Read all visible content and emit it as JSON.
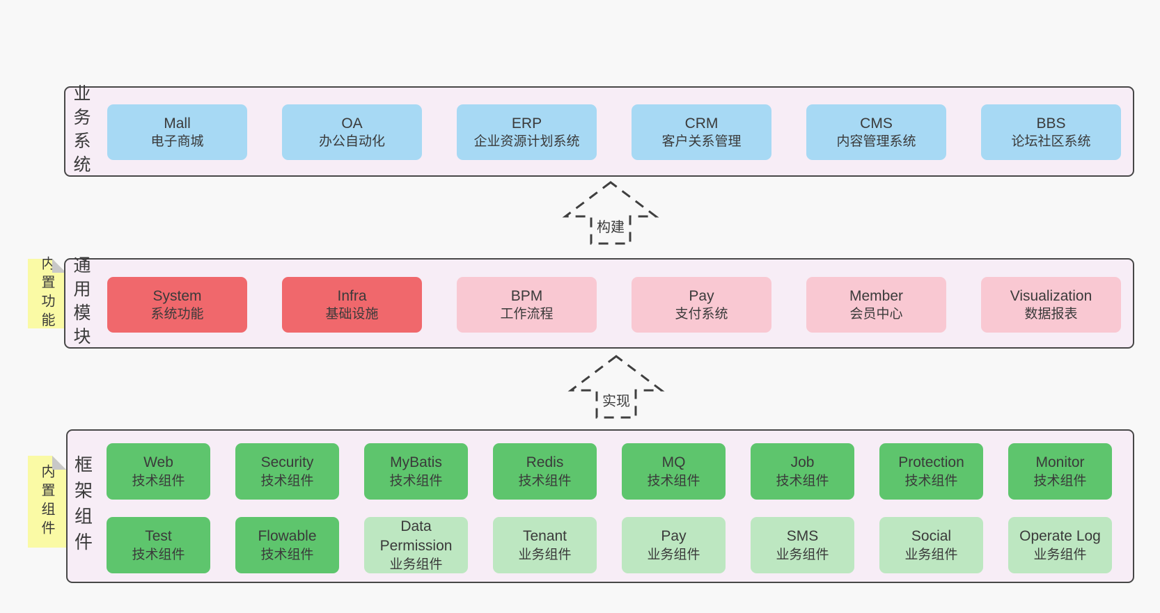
{
  "colors": {
    "page-bg": "#f8f8f8",
    "band-bg": "#f7edf6",
    "band-border": "#474747",
    "blue": "#a7d9f4",
    "red": "#f0686c",
    "pink": "#f9c8d2",
    "green": "#5ec56d",
    "lightgreen": "#bde7c1",
    "note-yellow": "#fafaa5",
    "note-fold": "#c8c8c8",
    "text": "#3a3a3a"
  },
  "bands": [
    {
      "name": "业务系统",
      "boxes": [
        {
          "en": "Mall",
          "zh": "电子商城",
          "type": "business-system"
        },
        {
          "en": "OA",
          "zh": "办公自动化",
          "type": "business-system"
        },
        {
          "en": "ERP",
          "zh": "企业资源计划系统",
          "type": "business-system"
        },
        {
          "en": "CRM",
          "zh": "客户关系管理",
          "type": "business-system"
        },
        {
          "en": "CMS",
          "zh": "内容管理系统",
          "type": "business-system"
        },
        {
          "en": "BBS",
          "zh": "论坛社区系统",
          "type": "business-system"
        }
      ]
    },
    {
      "name": "通用模块",
      "note": "内置功能",
      "boxes": [
        {
          "en": "System",
          "zh": "系统功能",
          "type": "core-module"
        },
        {
          "en": "Infra",
          "zh": "基础设施",
          "type": "core-module"
        },
        {
          "en": "BPM",
          "zh": "工作流程",
          "type": "optional-module"
        },
        {
          "en": "Pay",
          "zh": "支付系统",
          "type": "optional-module"
        },
        {
          "en": "Member",
          "zh": "会员中心",
          "type": "optional-module"
        },
        {
          "en": "Visualization",
          "zh": "数据报表",
          "type": "optional-module"
        }
      ]
    },
    {
      "name": "框架组件",
      "note": "内置组件",
      "rows": [
        [
          {
            "en": "Web",
            "zh": "技术组件",
            "type": "tech-component"
          },
          {
            "en": "Security",
            "zh": "技术组件",
            "type": "tech-component"
          },
          {
            "en": "MyBatis",
            "zh": "技术组件",
            "type": "tech-component"
          },
          {
            "en": "Redis",
            "zh": "技术组件",
            "type": "tech-component"
          },
          {
            "en": "MQ",
            "zh": "技术组件",
            "type": "tech-component"
          },
          {
            "en": "Job",
            "zh": "技术组件",
            "type": "tech-component"
          },
          {
            "en": "Protection",
            "zh": "技术组件",
            "type": "tech-component"
          },
          {
            "en": "Monitor",
            "zh": "技术组件",
            "type": "tech-component"
          }
        ],
        [
          {
            "en": "Test",
            "zh": "技术组件",
            "type": "tech-component"
          },
          {
            "en": "Flowable",
            "zh": "技术组件",
            "type": "tech-component"
          },
          {
            "en": "Data Permission",
            "zh": "业务组件",
            "type": "biz-component"
          },
          {
            "en": "Tenant",
            "zh": "业务组件",
            "type": "biz-component"
          },
          {
            "en": "Pay",
            "zh": "业务组件",
            "type": "biz-component"
          },
          {
            "en": "SMS",
            "zh": "业务组件",
            "type": "biz-component"
          },
          {
            "en": "Social",
            "zh": "业务组件",
            "type": "biz-component"
          },
          {
            "en": "Operate Log",
            "zh": "业务组件",
            "type": "biz-component"
          }
        ]
      ]
    }
  ],
  "arrows": [
    {
      "label": "构建"
    },
    {
      "label": "实现"
    }
  ]
}
